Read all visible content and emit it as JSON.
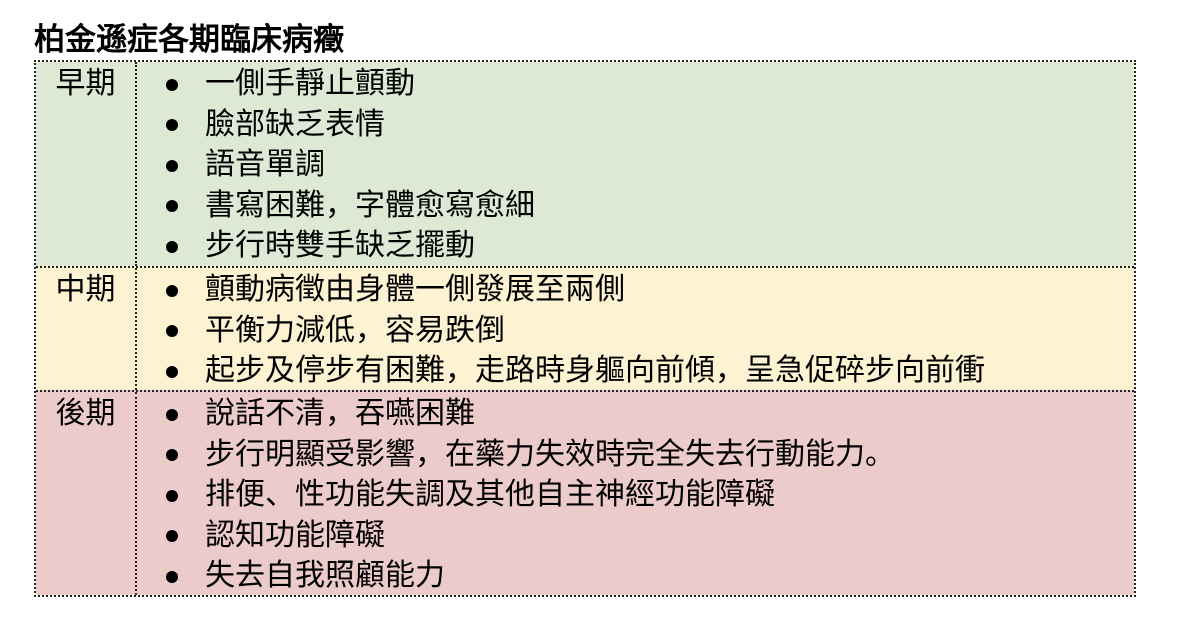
{
  "title": "柏金遜症各期臨床病癥",
  "colors": {
    "early": "#dde8d5",
    "middle": "#fdf2d2",
    "late": "#ecccca",
    "border": "#222222"
  },
  "stages": [
    {
      "label": "早期",
      "items": [
        "一側手靜止顫動",
        "臉部缺乏表情",
        "語音單調",
        "書寫困難，字體愈寫愈細",
        "步行時雙手缺乏擺動"
      ]
    },
    {
      "label": "中期",
      "items": [
        "顫動病徵由身體一側發展至兩側",
        "平衡力減低，容易跌倒",
        "起步及停步有困難，走路時身軀向前傾，呈急促碎步向前衝"
      ]
    },
    {
      "label": "後期",
      "items": [
        "說話不清，吞嚥困難",
        "步行明顯受影響，在藥力失效時完全失去行動能力。",
        "排便、性功能失調及其他自主神經功能障礙",
        "認知功能障礙",
        "失去自我照顧能力"
      ]
    }
  ]
}
